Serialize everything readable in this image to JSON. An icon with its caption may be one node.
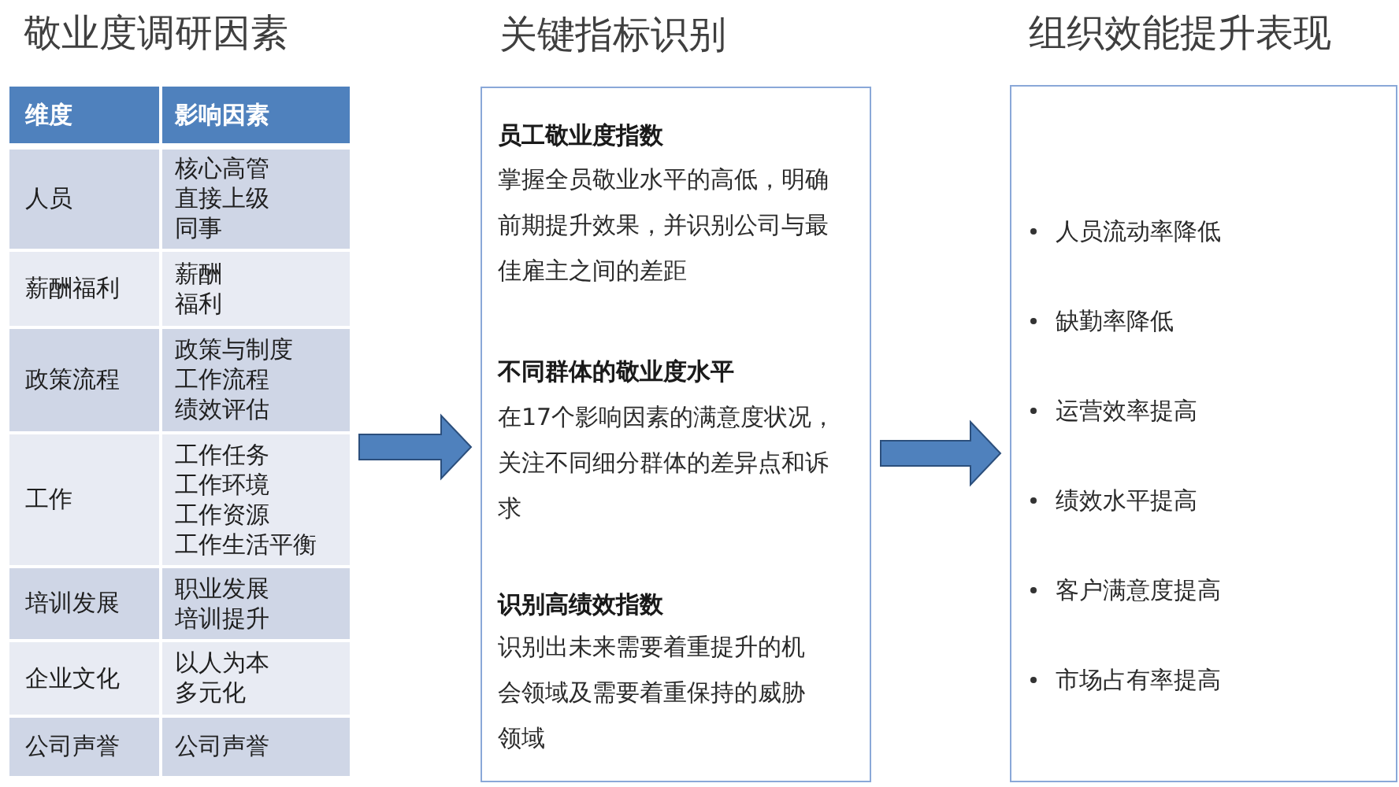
{
  "diagram": {
    "nodes": [
      {
        "text": [
          "敬业度调研因素"
        ]
      },
      {
        "text": [
          "关键指标识别",
          "员工敬业度指数",
          "掌握全员敬业水平的高低，明确前期提升效果，并识别公司与最佳雇主之间的差距",
          "不同群体的敬业度水平",
          "在17个影响因素的满意度状况，关注不同细分群体的差异点和诉求",
          "识别高绩效指数",
          "识别出未来需要着重提升的机会领域及需要着重保持的威胁领域"
        ]
      },
      {
        "text": [
          "组织效能提升表现",
          "人员流动率降低",
          "缺勤率降低",
          "运营效率提高",
          "绩效水平提高",
          "客户满意度提高",
          "市场占有率提高"
        ]
      }
    ],
    "edges": [
      {
        "from": 0,
        "to": 1,
        "arrow": "to"
      },
      {
        "from": 1,
        "to": 2,
        "arrow": "to"
      }
    ],
    "labels": [
      "维度",
      "影响因素",
      "人员",
      "核心高管",
      "直接上级",
      "同事",
      "薪酬福利",
      "薪酬",
      "福利",
      "政策流程",
      "政策与制度",
      "工作流程",
      "绩效评估",
      "工作",
      "工作任务",
      "工作环境",
      "工作资源",
      "工作生活平衡",
      "培训发展",
      "职业发展",
      "培训提升",
      "企业文化",
      "以人为本",
      "多元化",
      "公司声誉",
      "公司声誉"
    ]
  }
}
